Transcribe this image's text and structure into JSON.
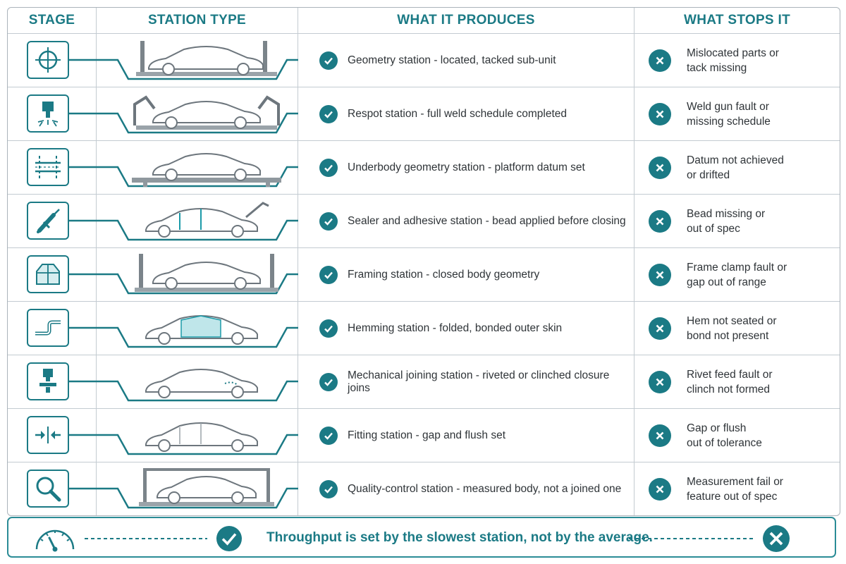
{
  "headers": {
    "stage": "STAGE",
    "station_type": "STATION TYPE",
    "produces": "WHAT IT PRODUCES",
    "stops": "WHAT STOPS IT"
  },
  "rows": [
    {
      "stage_icon": "crosshair-icon",
      "produces": "Geometry station - located, tacked sub-unit",
      "stops": [
        "Mislocated parts or",
        "tack missing"
      ]
    },
    {
      "stage_icon": "spot-weld-icon",
      "produces": "Respot station - full weld schedule completed",
      "stops": [
        "Weld gun fault or",
        "missing schedule"
      ]
    },
    {
      "stage_icon": "datum-grid-icon",
      "produces": "Underbody geometry station - platform datum set",
      "stops": [
        "Datum not achieved",
        "or drifted"
      ]
    },
    {
      "stage_icon": "sealer-gun-icon",
      "produces": "Sealer and adhesive station - bead applied before closing",
      "stops": [
        "Bead missing or",
        "out of spec"
      ]
    },
    {
      "stage_icon": "body-frame-icon",
      "produces": "Framing station - closed body geometry",
      "stops": [
        "Frame clamp fault or",
        "gap out of range"
      ]
    },
    {
      "stage_icon": "hem-profile-icon",
      "produces": "Hemming station - folded, bonded outer skin",
      "stops": [
        "Hem not seated or",
        "bond not present"
      ]
    },
    {
      "stage_icon": "rivet-press-icon",
      "produces": "Mechanical joining station - riveted or clinched closure joins",
      "stops": [
        "Rivet feed fault or",
        "clinch not formed"
      ]
    },
    {
      "stage_icon": "gap-arrows-icon",
      "produces": "Fitting station - gap and flush set",
      "stops": [
        "Gap or flush",
        "out of tolerance"
      ]
    },
    {
      "stage_icon": "magnifier-icon",
      "produces": "Quality-control station - measured body, not a joined one",
      "stops": [
        "Measurement fail or",
        "feature out of spec"
      ]
    }
  ],
  "footer": {
    "text": "Throughput is set by the slowest station, not by the average.",
    "left_icon": "speedometer-icon"
  },
  "colors": {
    "accent": "#1b7a85",
    "grid": "#c3cbd1",
    "car_outline": "#6d767d"
  }
}
